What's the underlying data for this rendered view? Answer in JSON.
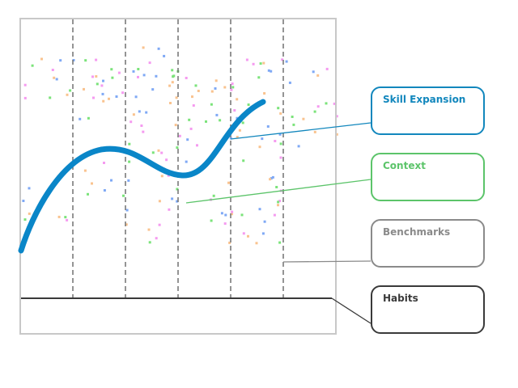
{
  "callouts": [
    {
      "id": "skill-expansion",
      "label": "Skill Expansion",
      "color": "#1287bd"
    },
    {
      "id": "context",
      "label": "Context",
      "color": "#5cc46a"
    },
    {
      "id": "benchmarks",
      "label": "Benchmarks",
      "color": "#8a8a8a"
    },
    {
      "id": "habits",
      "label": "Habits",
      "color": "#3a3a3a"
    }
  ],
  "colors": {
    "frame": "#c8c8c8",
    "curve": "#0a86c8",
    "dashed_lines": "#707070",
    "baseline": "#3a3a3a",
    "scatter": [
      "#f59bf0",
      "#7be37a",
      "#7fa9f5",
      "#f9c38f"
    ]
  }
}
